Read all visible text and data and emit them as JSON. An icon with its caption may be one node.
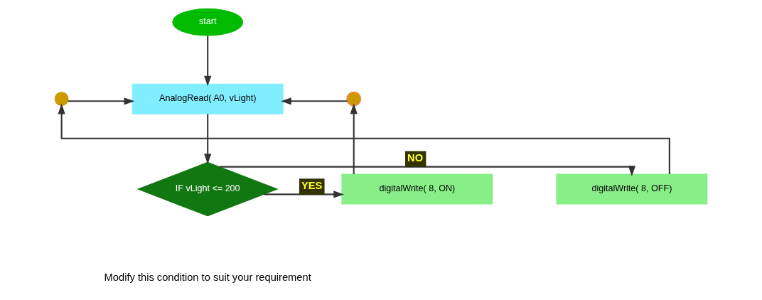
{
  "diagram": {
    "nodes": [
      {
        "text": [
          "start"
        ]
      },
      {
        "text": [
          "AnalogRead( A0, vLight)"
        ]
      },
      {
        "text": [
          "IF vLight <= 200"
        ]
      },
      {
        "text": [
          "digitalWrite( 8, OFF)"
        ]
      },
      {
        "text": [
          "digitalWrite( 8, ON)"
        ]
      },
      {
        "text": [],
        "shape": "circle"
      },
      {
        "text": [],
        "shape": "circle"
      }
    ],
    "edges": [
      {
        "from": 0,
        "to": 1,
        "arrow": "to"
      },
      {
        "from": 1,
        "to": 2,
        "arrow": "to"
      },
      {
        "from": 2,
        "to": 3,
        "arrow": "to",
        "label": "NO"
      },
      {
        "from": 2,
        "to": 4,
        "arrow": "to",
        "label": "YES"
      },
      {
        "from": 3,
        "to": 5,
        "arrow": "to"
      },
      {
        "from": 4,
        "to": 6,
        "arrow": "to"
      },
      {
        "from": 5,
        "to": 1,
        "arrow": "to"
      },
      {
        "from": 6,
        "to": 1,
        "arrow": "to"
      }
    ],
    "labels": [
      "Modify this condition to suit your requirement"
    ]
  }
}
